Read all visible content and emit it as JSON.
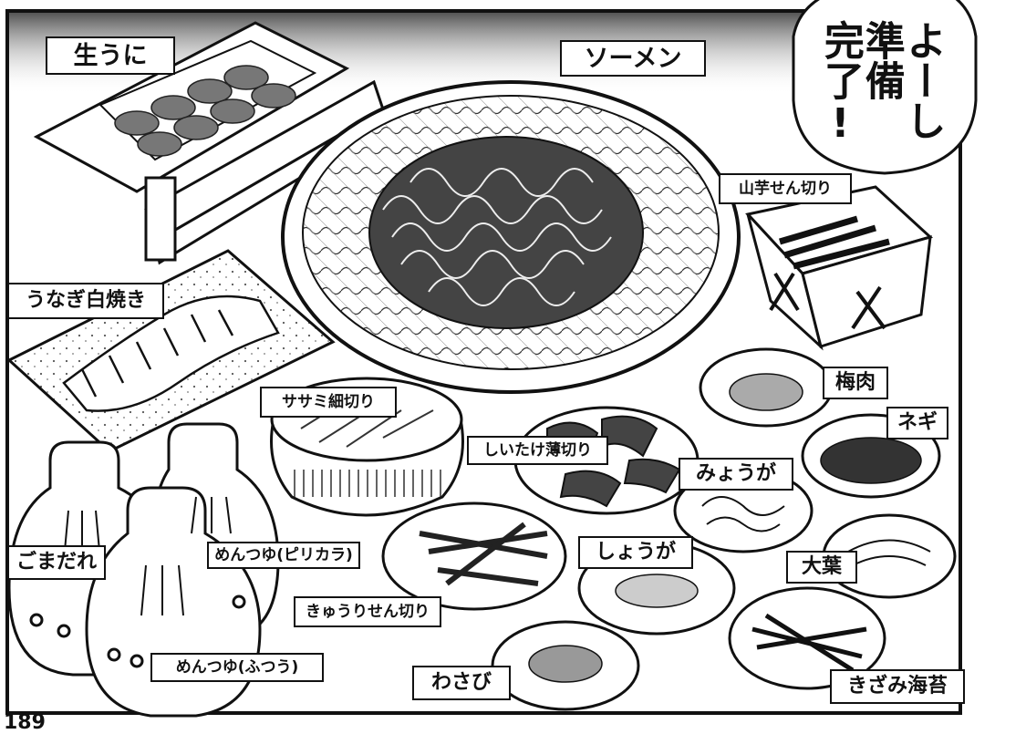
{
  "labels": {
    "nama_uni": "生うに",
    "somen": "ソーメン",
    "yamaimo": "山芋せん切り",
    "unagi": "うなぎ白焼き",
    "sasami": "ササミ細切り",
    "shiitake": "しいたけ薄切り",
    "myoga": "みょうが",
    "umeniku": "梅肉",
    "negi": "ネギ",
    "gomadare": "ごまだれ",
    "mentsuyu_pirikara": "めんつゆ(ピリカラ)",
    "shoga": "しょうが",
    "ooba": "大葉",
    "kyuri": "きゅうりせん切り",
    "mentsuyu_futsu": "めんつゆ(ふつう)",
    "wasabi": "わさび",
    "kizami_nori": "きざみ海苔"
  },
  "speech_bubble": {
    "column_1": "よーし",
    "column_2": "準備",
    "column_3": "完了!"
  },
  "page_number": "189"
}
